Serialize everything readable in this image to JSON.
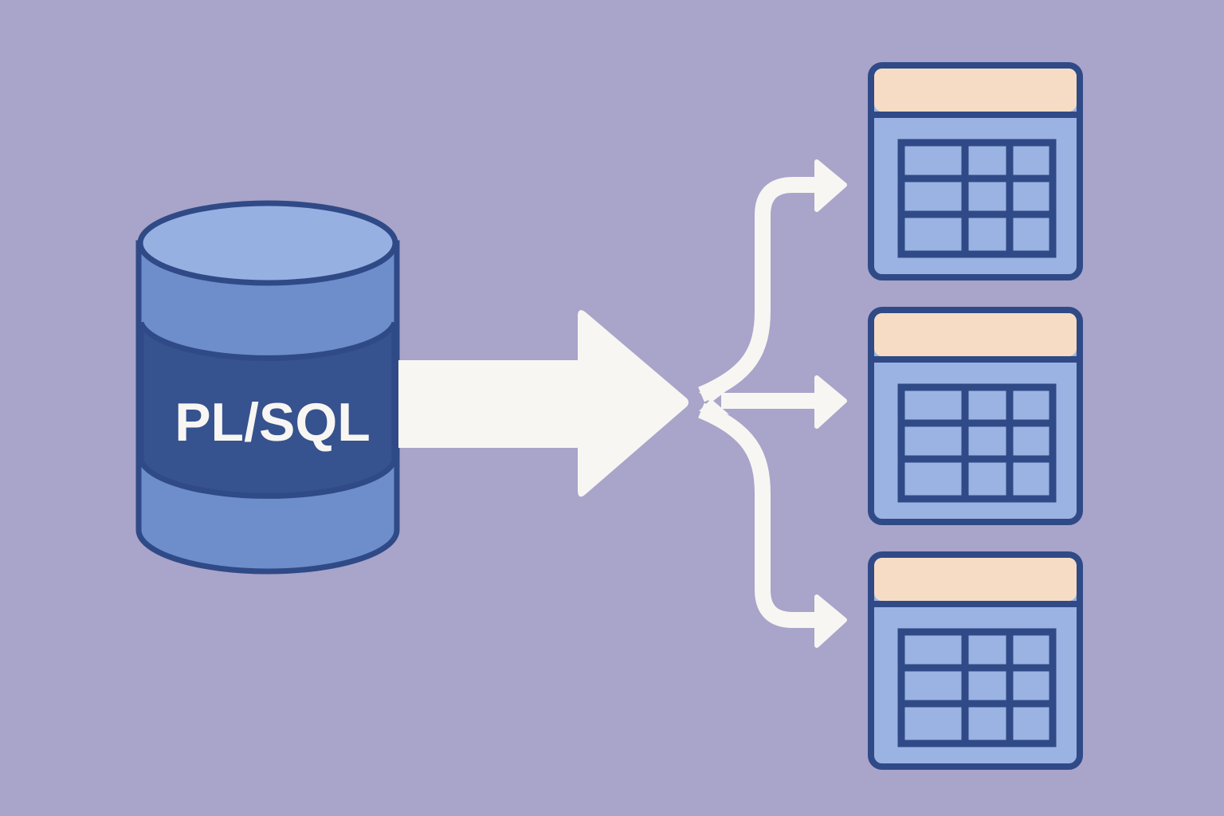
{
  "diagram": {
    "source": {
      "label": "PL/SQL",
      "icon": "database-cylinder-icon"
    },
    "targets": [
      {
        "icon": "table-icon",
        "rows": 3,
        "cols": 3
      },
      {
        "icon": "table-icon",
        "rows": 3,
        "cols": 3
      },
      {
        "icon": "table-icon",
        "rows": 3,
        "cols": 3
      }
    ],
    "connectors": {
      "main": "arrow-right-icon",
      "branches": [
        "branch-arrow-top-icon",
        "branch-arrow-middle-icon",
        "branch-arrow-bottom-icon"
      ]
    }
  },
  "colors": {
    "background": "#a9a4ca",
    "outline": "#2f4a86",
    "cylinder_top": "#97b0e2",
    "cylinder_body": "#6d8ecb",
    "cylinder_band": "#36528f",
    "arrow": "#f8f6f2",
    "table_header": "#f6dcc4",
    "table_body": "#9bb3e3"
  }
}
